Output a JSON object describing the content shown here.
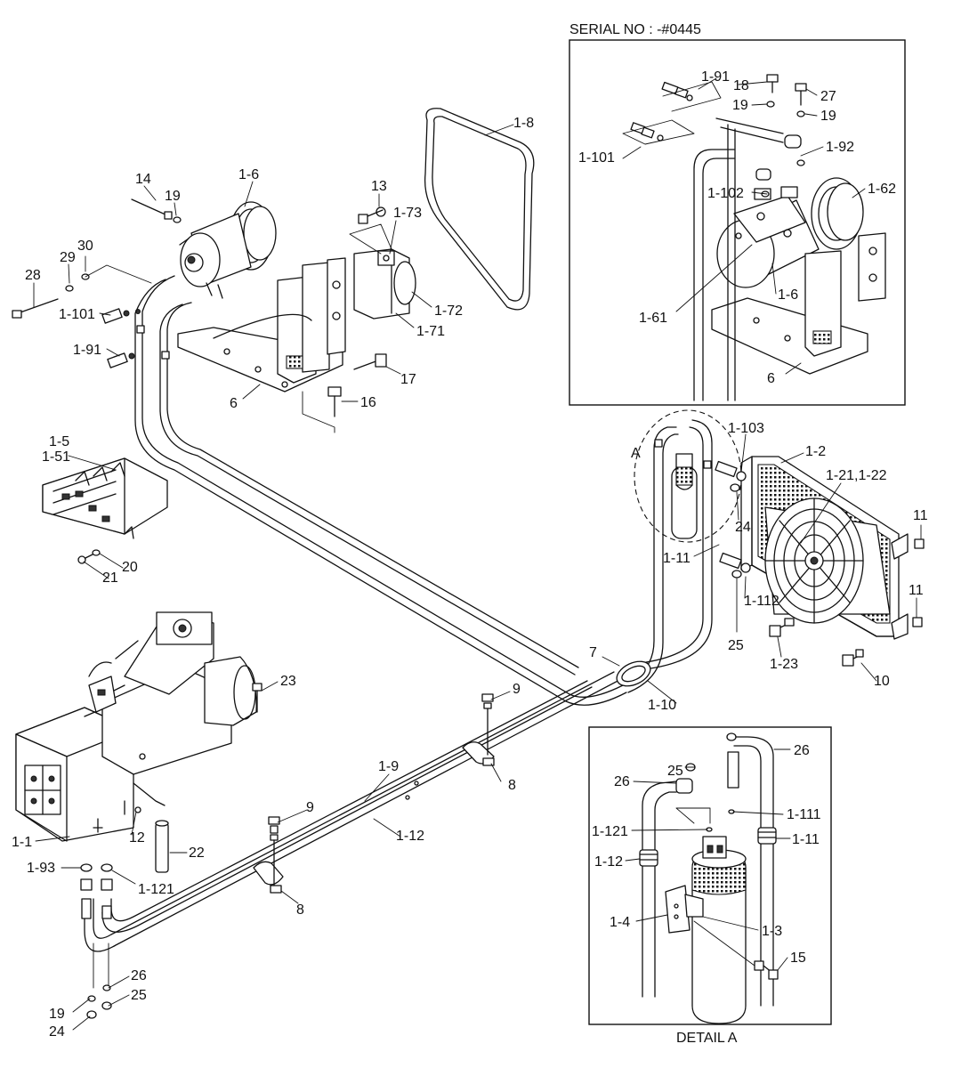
{
  "header": {
    "serial": "SERIAL NO : -#0445"
  },
  "detail": {
    "title": "DETAIL A",
    "marker": "A"
  },
  "callouts": [
    "1-8",
    "1-6",
    "14",
    "19",
    "13",
    "1-73",
    "29",
    "30",
    "28",
    "1-101",
    "1-91",
    "1-72",
    "1-71",
    "17",
    "6",
    "16",
    "1-91",
    "18",
    "27",
    "19",
    "19",
    "1-92",
    "1-101",
    "1-102",
    "1-62",
    "1-6",
    "1-61",
    "6",
    "1-103",
    "1-2",
    "1-21,1-22",
    "24",
    "11",
    "1-11",
    "1-112",
    "11",
    "25",
    "1-23",
    "10",
    "1-5",
    "1-51",
    "20",
    "21",
    "23",
    "7",
    "1-10",
    "9",
    "8",
    "1-9",
    "1-12",
    "9",
    "8",
    "1-1",
    "12",
    "22",
    "1-93",
    "1-121",
    "26",
    "25",
    "19",
    "24",
    "25",
    "26",
    "26",
    "1-111",
    "1-121",
    "1-11",
    "1-12",
    "1-4",
    "1-3",
    "15"
  ]
}
